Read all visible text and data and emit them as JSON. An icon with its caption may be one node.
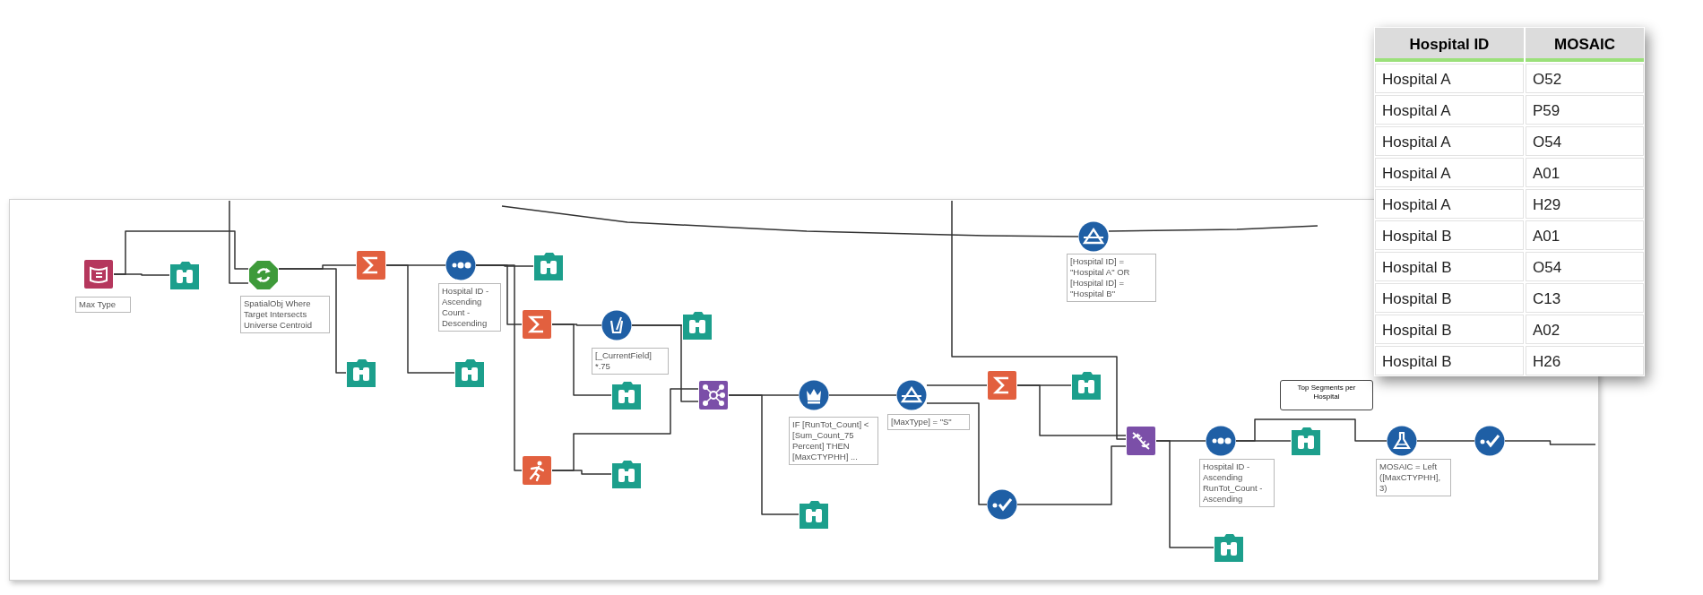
{
  "diagram": {
    "nodes": [
      {
        "text": [],
        "shape": "box",
        "beside": [
          "Max Type"
        ]
      },
      {
        "text": [],
        "shape": "box"
      },
      {
        "text": [],
        "shape": "box",
        "beside": [
          "SpatialObj Where Target Intersects Universe Centroid"
        ]
      },
      {
        "text": [],
        "shape": "box"
      },
      {
        "text": [],
        "shape": "circle",
        "beside": [
          "Hospital ID - Ascending Count - Descending"
        ]
      },
      {
        "text": [],
        "shape": "box"
      },
      {
        "text": [],
        "shape": "box"
      },
      {
        "text": [],
        "shape": "box"
      },
      {
        "text": [],
        "shape": "box"
      },
      {
        "text": [],
        "shape": "box"
      },
      {
        "text": [],
        "shape": "circle",
        "beside": [
          "[_CurrentField] *.75"
        ]
      },
      {
        "text": [],
        "shape": "box"
      },
      {
        "text": [],
        "shape": "box"
      },
      {
        "text": [],
        "shape": "box"
      },
      {
        "text": [],
        "shape": "box"
      },
      {
        "text": [],
        "shape": "circle",
        "beside": [
          "IF [RunTot_Count] < [Sum_Count_75 Percent] THEN [MaxCTYPHH] ..."
        ]
      },
      {
        "text": [],
        "shape": "box"
      },
      {
        "text": [],
        "shape": "circle",
        "beside": [
          "[MaxType] = \"S\""
        ]
      },
      {
        "text": [],
        "shape": "box"
      },
      {
        "text": [],
        "shape": "box"
      },
      {
        "text": [],
        "shape": "circle"
      },
      {
        "text": [],
        "shape": "circle",
        "beside": [
          "[Hospital ID] = \"Hospital A\" OR [Hospital ID] = \"Hospital B\""
        ]
      },
      {
        "text": [
          "Top Segments per Hospital"
        ]
      },
      {
        "text": [],
        "shape": "box"
      },
      {
        "text": [],
        "shape": "circle",
        "beside": [
          "Hospital ID - Ascending RunTot_Count - Ascending"
        ]
      },
      {
        "text": [],
        "shape": "box"
      },
      {
        "text": [],
        "shape": "box"
      },
      {
        "text": [],
        "shape": "circle",
        "beside": [
          "MOSAIC = Left ([MaxCTYPHH], 3)"
        ]
      },
      {
        "text": [],
        "shape": "circle"
      }
    ],
    "edges": [
      {
        "from": 0,
        "to": 1,
        "arrow": "none"
      },
      {
        "from": 0,
        "to": 2,
        "arrow": "none"
      },
      {
        "from": null,
        "to": 2,
        "arrow": "none"
      },
      {
        "from": 2,
        "to": 3,
        "arrow": "none"
      },
      {
        "from": 2,
        "to": 7,
        "arrow": "none"
      },
      {
        "from": 3,
        "to": 4,
        "arrow": "none"
      },
      {
        "from": 3,
        "to": 8,
        "arrow": "none"
      },
      {
        "from": 4,
        "to": 5,
        "arrow": "none"
      },
      {
        "from": 4,
        "to": 6,
        "arrow": "none"
      },
      {
        "from": 4,
        "to": 9,
        "arrow": "none"
      },
      {
        "from": 6,
        "to": 10,
        "arrow": "none"
      },
      {
        "from": 6,
        "to": 12,
        "arrow": "none"
      },
      {
        "from": 10,
        "to": 11,
        "arrow": "none"
      },
      {
        "from": 10,
        "to": 13,
        "arrow": "none"
      },
      {
        "from": 9,
        "to": 13,
        "arrow": "none"
      },
      {
        "from": 9,
        "to": 14,
        "arrow": "none"
      },
      {
        "from": 13,
        "to": 15,
        "arrow": "none"
      },
      {
        "from": 13,
        "to": 16,
        "arrow": "none"
      },
      {
        "from": 15,
        "to": 17,
        "arrow": "none"
      },
      {
        "from": 17,
        "to": 18,
        "arrow": "none"
      },
      {
        "from": 17,
        "to": 20,
        "arrow": "none"
      },
      {
        "from": 18,
        "to": 19,
        "arrow": "none"
      },
      {
        "from": 18,
        "to": 23,
        "arrow": "none"
      },
      {
        "from": 20,
        "to": 23,
        "arrow": "none"
      },
      {
        "from": null,
        "to": 23,
        "arrow": "none"
      },
      {
        "from": 23,
        "to": 24,
        "arrow": "none"
      },
      {
        "from": 23,
        "to": 26,
        "arrow": "none"
      },
      {
        "from": 24,
        "to": 25,
        "arrow": "none"
      },
      {
        "from": 24,
        "to": 27,
        "arrow": "none"
      },
      {
        "from": 27,
        "to": 28,
        "arrow": "none"
      },
      {
        "from": 28,
        "to": null,
        "arrow": "none"
      },
      {
        "from": null,
        "to": 21,
        "arrow": "none"
      },
      {
        "from": 21,
        "to": null,
        "arrow": "none"
      }
    ],
    "labels": [
      "Hospital ID",
      "MOSAIC",
      "Hospital A",
      "O52",
      "Hospital A",
      "P59",
      "Hospital A",
      "O54",
      "Hospital A",
      "A01",
      "Hospital A",
      "H29",
      "Hospital B",
      "A01",
      "Hospital B",
      "O54",
      "Hospital B",
      "C13",
      "Hospital B",
      "A02",
      "Hospital B",
      "H26"
    ]
  }
}
